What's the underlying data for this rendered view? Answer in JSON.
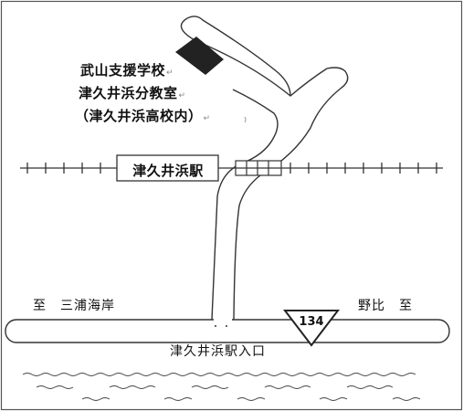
{
  "map": {
    "school": {
      "line1": "武山支援学校",
      "line2": "津久井浜分教室",
      "line3": "（津久井浜高校内）",
      "return_mark": "↵"
    },
    "station_name": "津久井浜駅",
    "direction_left": "至　三浦海岸",
    "direction_right": "野比　至",
    "route_number": "134",
    "intersection_name": "津久井浜駅入口",
    "colors": {
      "line": "#333333",
      "building": "#222222",
      "sea": "#444444",
      "border": "#555555"
    }
  }
}
